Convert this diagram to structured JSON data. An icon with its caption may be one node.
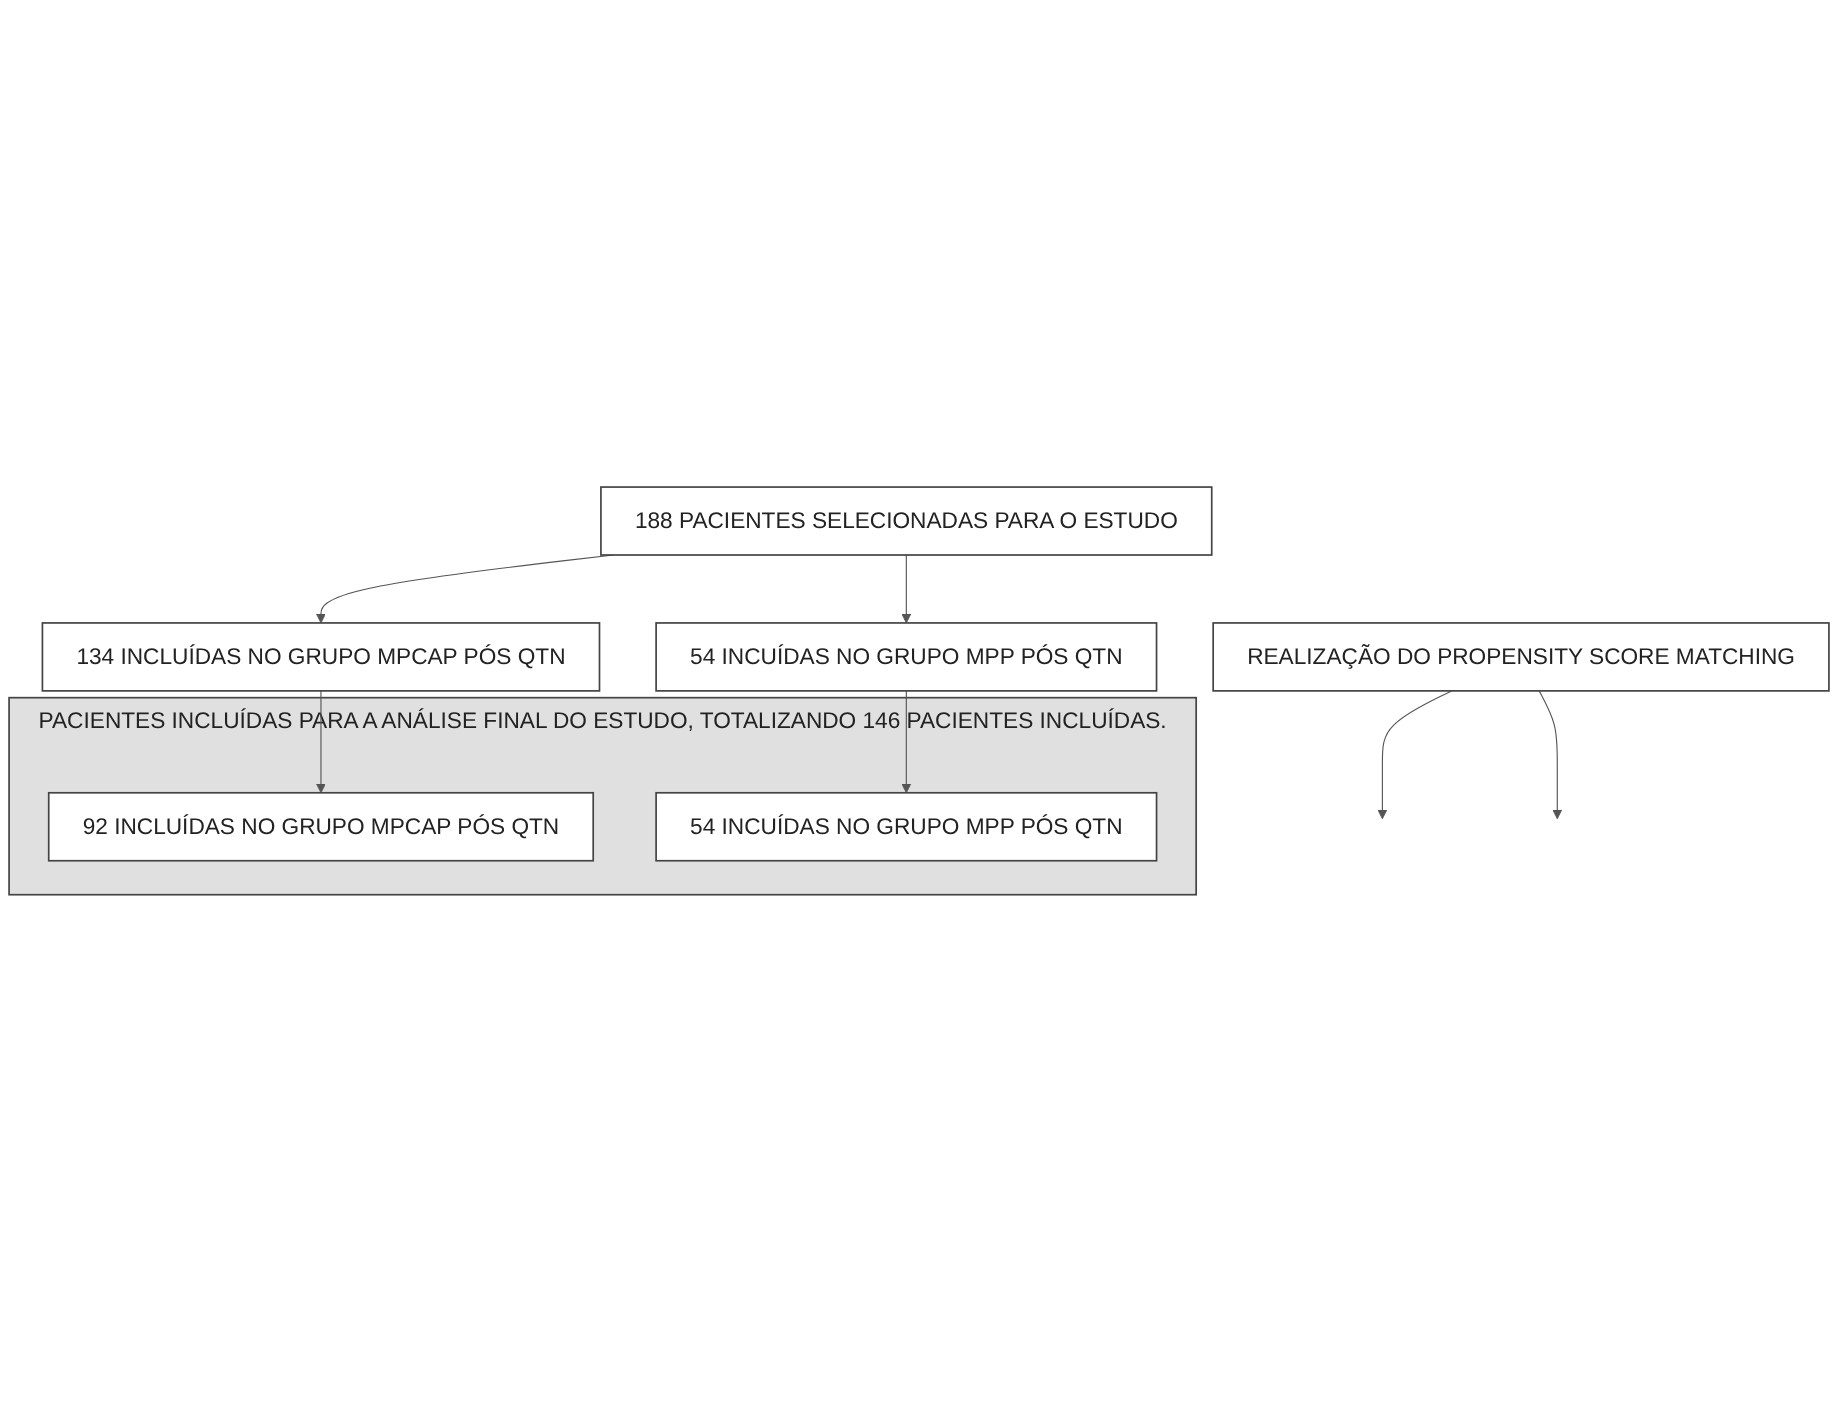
{
  "diagram": {
    "nodes": [
      {
        "text": [
          "188 PACIENTES SELECIONADAS PARA O ESTUDO"
        ]
      },
      {
        "text": [
          "134 INCLUÍDAS NO GRUPO MPCAP PÓS QTN"
        ]
      },
      {
        "text": [
          "54 INCUÍDAS NO GRUPO MPP PÓS QTN"
        ]
      },
      {
        "text": [
          "REALIZAÇÃO DO PROPENSITY SCORE MATCHING"
        ]
      },
      {
        "text": [
          "PACIENTES INCLUÍDAS PARA A ANÁLISE FINAL DO ESTUDO, TOTALIZANDO 146 PACIENTES INCLUÍDAS."
        ]
      },
      {
        "text": [
          "92 INCLUÍDAS NO GRUPO MPCAP PÓS QTN"
        ],
        "in": 4
      },
      {
        "text": [
          "54 INCUÍDAS NO GRUPO MPP PÓS QTN"
        ],
        "in": 4
      }
    ],
    "edges": [
      {
        "from": 0,
        "to": 1,
        "arrow": "to"
      },
      {
        "from": 0,
        "to": 2,
        "arrow": "to"
      },
      {
        "from": 1,
        "to": 5,
        "arrow": "to"
      },
      {
        "from": 2,
        "to": 6,
        "arrow": "to"
      },
      {
        "from": 3,
        "to": null,
        "arrow": "to"
      },
      {
        "from": 3,
        "to": null,
        "arrow": "to"
      }
    ]
  }
}
